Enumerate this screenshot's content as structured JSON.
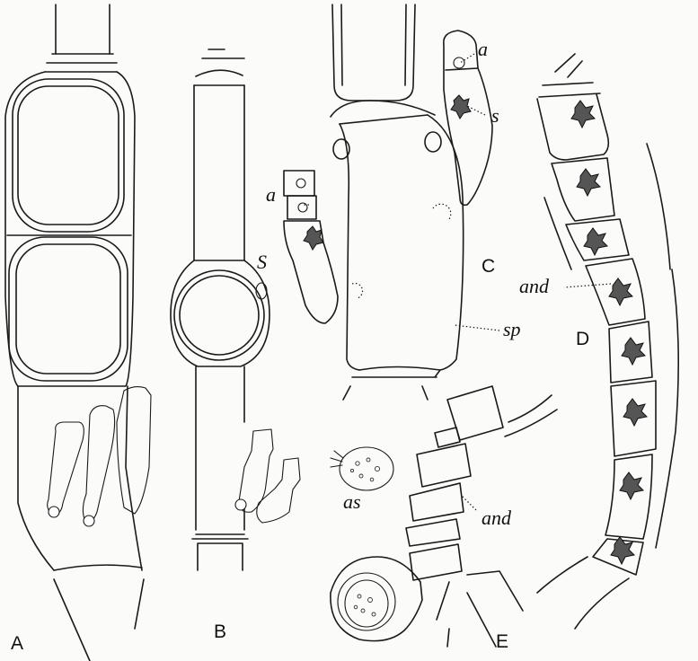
{
  "figure": {
    "panels": [
      "A",
      "B",
      "C",
      "D",
      "E"
    ],
    "parts": {
      "c_antheridium": "a",
      "c_supporting_right": "s",
      "c_antheridium_left": "a",
      "c_supporting_left": "S",
      "c_spore": "sp",
      "d_androsporangium": "and",
      "e_androspore": "as",
      "e_androsporangium": "and"
    }
  }
}
